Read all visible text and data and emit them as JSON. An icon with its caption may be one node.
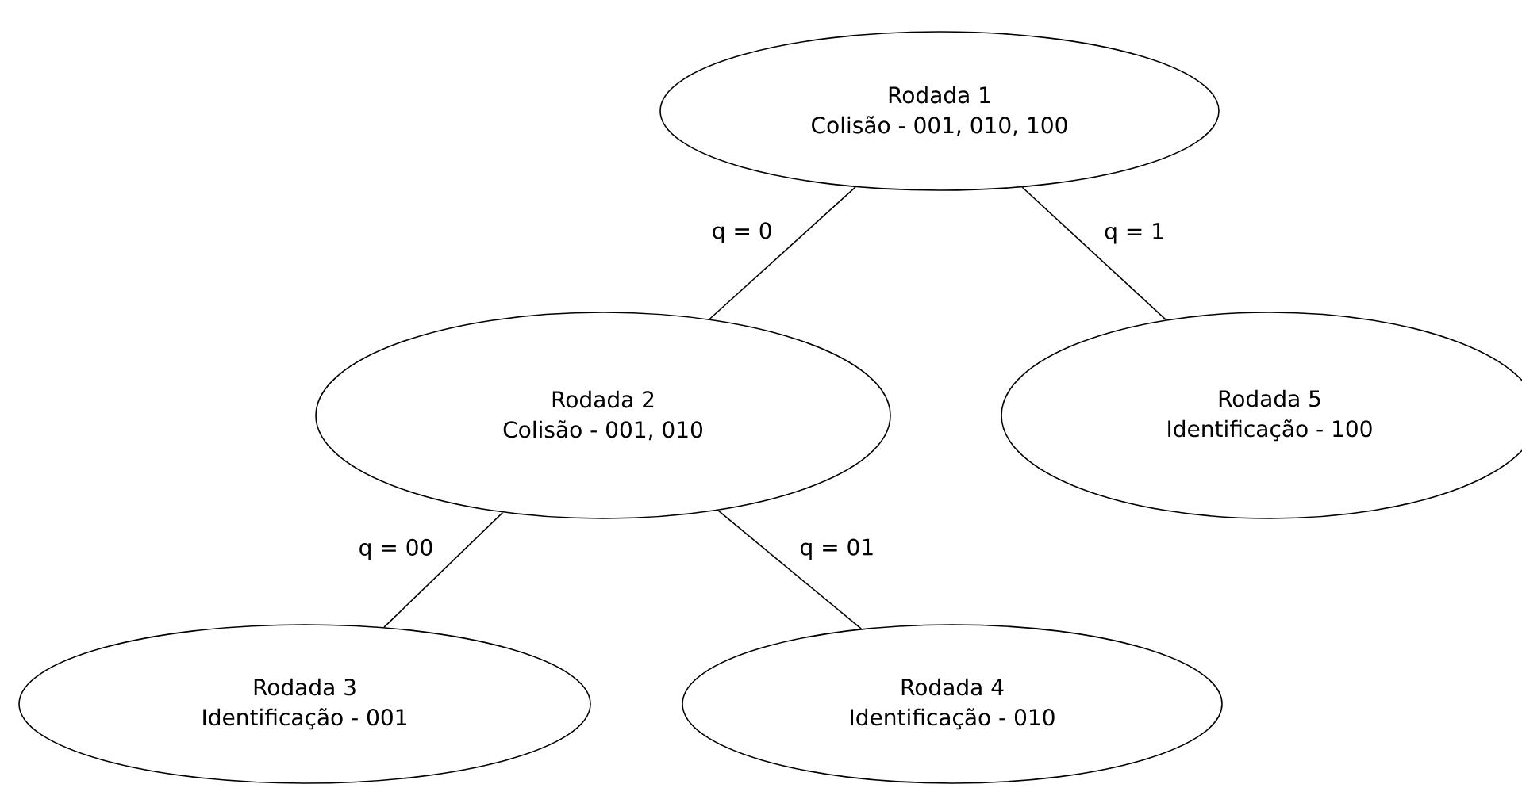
{
  "diagram": {
    "nodes": [
      {
        "text": [
          "Rodada 1",
          "Colisão - 001, 010, 100"
        ]
      },
      {
        "text": [
          "Rodada 2",
          "Colisão - 001, 010"
        ]
      },
      {
        "text": [
          "Rodada 3",
          "Identificação - 001"
        ]
      },
      {
        "text": [
          "Rodada 4",
          "Identificação - 010"
        ]
      },
      {
        "text": [
          "Rodada 5",
          "Identificação - 100"
        ]
      }
    ],
    "edges": [
      {
        "from": 0,
        "to": 1,
        "arrow": "none",
        "label": "q = 0"
      },
      {
        "from": 0,
        "to": 4,
        "arrow": "none",
        "label": "q = 1"
      },
      {
        "from": 1,
        "to": 2,
        "arrow": "none",
        "label": "q = 00"
      },
      {
        "from": 1,
        "to": 3,
        "arrow": "none",
        "label": "q = 01"
      }
    ]
  }
}
